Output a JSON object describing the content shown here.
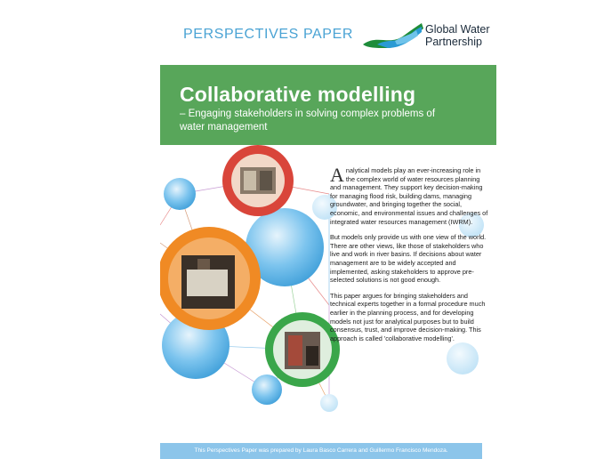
{
  "header": {
    "series_label": "PERSPECTIVES PAPER",
    "logo": {
      "line1": "Global Water",
      "line2": "Partnership",
      "icon": "gwp-wave-logo"
    }
  },
  "banner": {
    "title": "Collaborative modelling",
    "subtitle": "– Engaging stakeholders in solving complex problems of water management",
    "color": "#58a65a"
  },
  "body": {
    "dropcap": "A",
    "paragraph1_rest": "nalytical models play an ever-increasing role in the complex world of water resources planning and management. They support key decision-making for managing flood risk, building dams, managing groundwater, and bringing together the social, economic, and environmental issues and challenges of integrated water resources management (IWRM).",
    "paragraph2": "But models only provide us with one view of the world. There are other views, like those of stakeholders who live and work in river basins. If decisions about water management are to be widely accepted and implemented, asking stakeholders to approve pre-selected solutions is not good enough.",
    "paragraph3": "This paper argues for bringing stakeholders and technical experts together in a formal procedure much earlier in the planning process, and for developing models not just for analytical purposes but to build consensus, trust, and improve decision-making. This approach is called 'collaborative modelling'."
  },
  "footer": {
    "text": "This Perspectives Paper was prepared by Laura Basco Carrera and Guillermo Francisco Mendoza."
  },
  "colors": {
    "accent_blue": "#4aa3d4",
    "footer_blue": "#8cc5ea",
    "circle_red": "#d9453a",
    "circle_orange": "#f08a24",
    "circle_green": "#3aa64a"
  }
}
